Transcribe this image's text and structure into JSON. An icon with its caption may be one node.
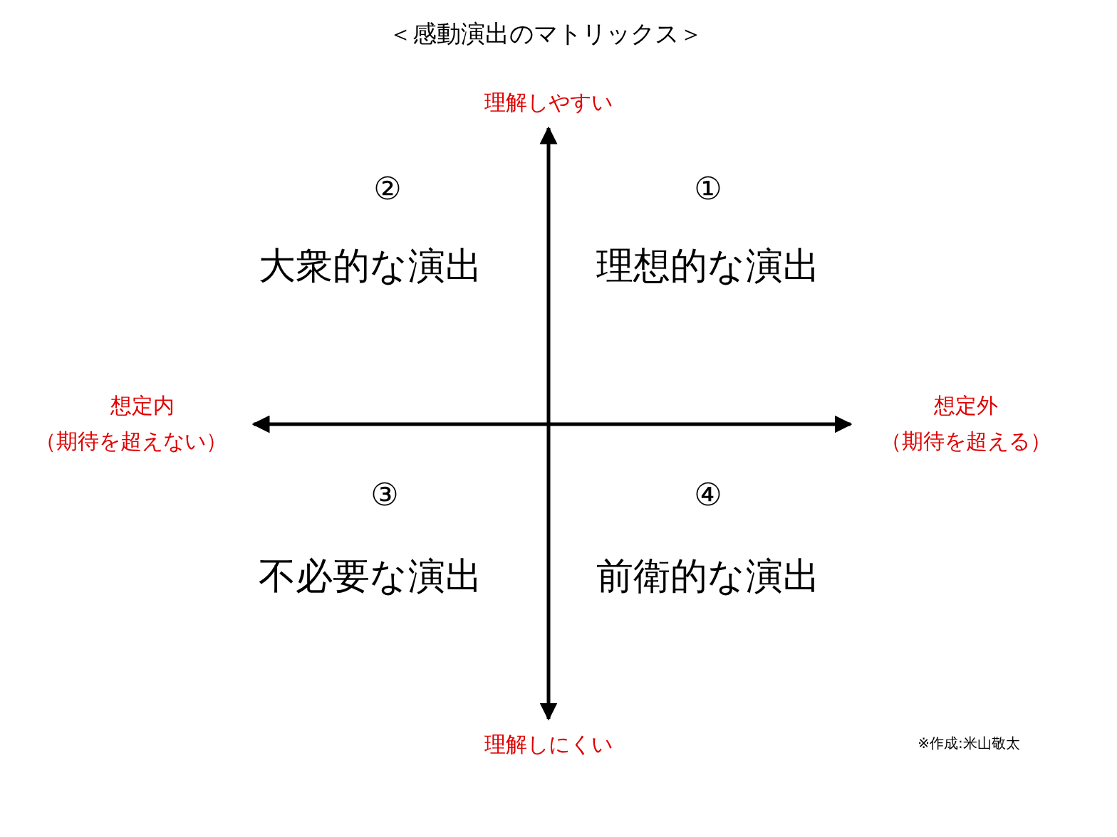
{
  "diagram": {
    "title": "＜感動演出のマトリックス＞",
    "labels": [
      "理解しやすい",
      "②",
      "①",
      "大衆的な演出",
      "理想的な演出",
      "想定内",
      "（期待を超えない）",
      "想定外",
      "（期待を超える）",
      "③",
      "④",
      "不必要な演出",
      "前衛的な演出",
      "理解しにくい",
      "※作成:米山敬太"
    ]
  }
}
